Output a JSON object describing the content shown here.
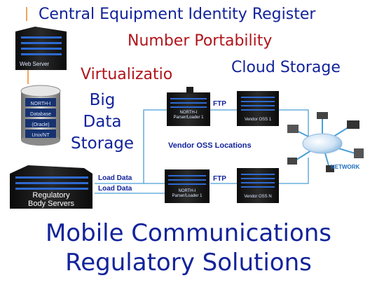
{
  "titles": {
    "ceir": "Central Equipment Identity Register",
    "number_portability": "Number Portability",
    "virtualization": "Virtualizatio",
    "cloud_storage": "Cloud Storage",
    "big_data_line1": "Big",
    "big_data_line2": "Data",
    "big_data_line3": "Storage"
  },
  "servers": {
    "web_server": "Web Server",
    "db_lines": [
      "NORTH-I",
      "Database",
      "(Oracle)",
      "Unix/NT"
    ],
    "regulatory_line1": "Regulatory",
    "regulatory_line2": "Body Servers",
    "parser_top": [
      "NORTH-I",
      "Parser/Loader 1"
    ],
    "vendor_top": "Vendor OSS 1",
    "parser_bottom": [
      "NORTH-I",
      "Parser/Loader 1"
    ],
    "vendor_bottom": "Vendor OSS N"
  },
  "links": {
    "ftp_top": "FTP",
    "ftp_bottom": "FTP",
    "load_data_1": "Load Data",
    "load_data_2": "Load Data",
    "vendor_locations": "Vendor OSS Locations",
    "network": "NETWORK"
  },
  "footer": {
    "line1": "Mobile Communications",
    "line2": "Regulatory Solutions"
  },
  "colors": {
    "title_blue": "#12239a",
    "title_red": "#b0151b",
    "server_dark": "#1c1c1c",
    "server_blue": "#2e6ad1",
    "connector": "#4b9fd6",
    "frame_orange": "#f2a65a"
  }
}
